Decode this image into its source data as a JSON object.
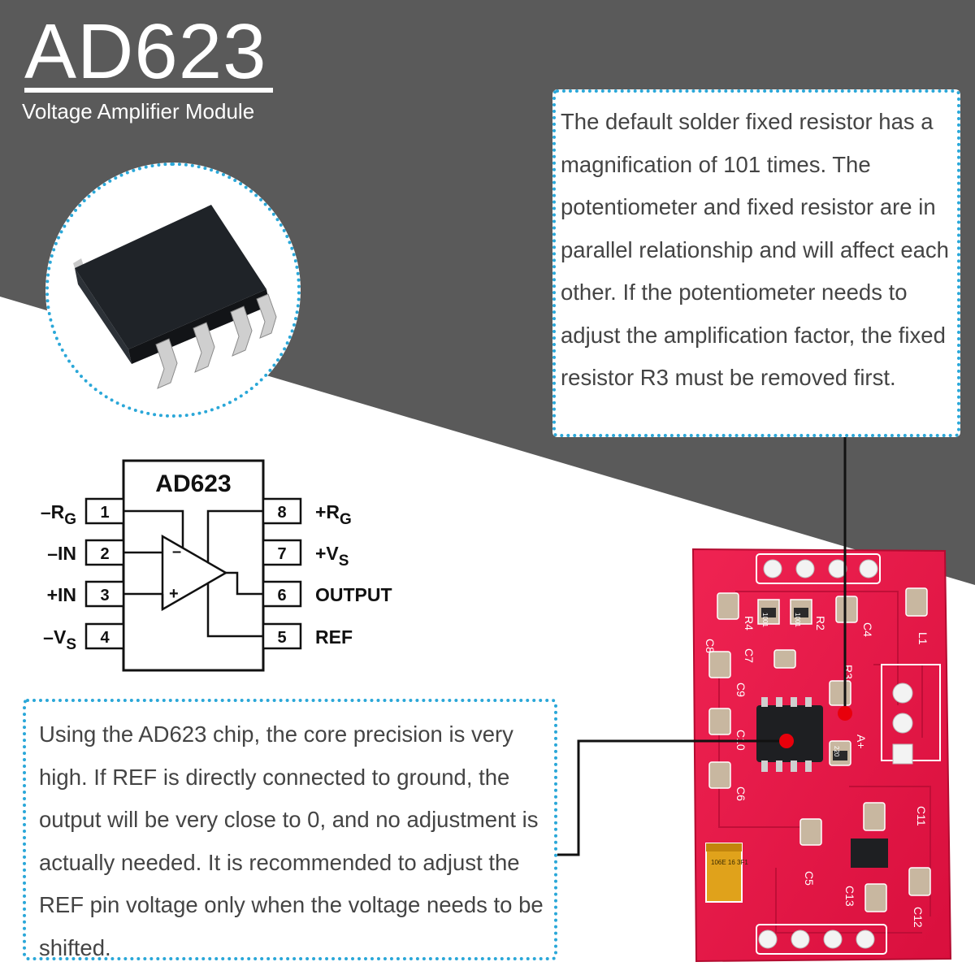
{
  "header": {
    "title": "AD623",
    "subtitle": "Voltage Amplifier Module"
  },
  "notes": {
    "top": "The default solder fixed resistor has a magnification of 101 times. The potentiometer and fixed resistor are in parallel relationship and will affect each other. If the potentiometer needs to adjust the amplification factor, the fixed resistor R3 must be removed first.",
    "bottom": "Using the AD623 chip, the core precision is very high. If REF is directly connected to ground, the output will be very close to 0, and no adjustment is actually needed. It is recommended to adjust the REF pin voltage only when the voltage needs to be shifted."
  },
  "schematic": {
    "chip_label": "AD623",
    "left_pins": [
      {
        "number": "1",
        "name": "–R",
        "sub": "G"
      },
      {
        "number": "2",
        "name": "–IN",
        "sub": ""
      },
      {
        "number": "3",
        "name": "+IN",
        "sub": ""
      },
      {
        "number": "4",
        "name": "–V",
        "sub": "S"
      }
    ],
    "right_pins": [
      {
        "number": "8",
        "name": "+R",
        "sub": "G"
      },
      {
        "number": "7",
        "name": "+V",
        "sub": "S"
      },
      {
        "number": "6",
        "name": "OUTPUT",
        "sub": ""
      },
      {
        "number": "5",
        "name": "REF",
        "sub": ""
      }
    ],
    "opamp_minus": "–",
    "opamp_plus": "+"
  },
  "board": {
    "labels": {
      "c8": "C8",
      "r4": "R4",
      "r2": "R2",
      "c4": "C4",
      "l1": "L1",
      "c7": "C7",
      "c9": "C9",
      "r3": "R3",
      "c10": "C10",
      "c6": "C6",
      "a_plus": "A+",
      "c11": "C11",
      "c5": "C5",
      "c13": "C13",
      "c12": "C12",
      "res_1001a": "1001",
      "res_1001b": "1001",
      "res_220": "220",
      "tant": "106E 16 3F1"
    }
  },
  "colors": {
    "background_dark": "#5a5a5a",
    "background_light": "#ffffff",
    "note_border": "#2aa7d8",
    "pcb": "#e8174a",
    "marker": "#e8000b"
  }
}
